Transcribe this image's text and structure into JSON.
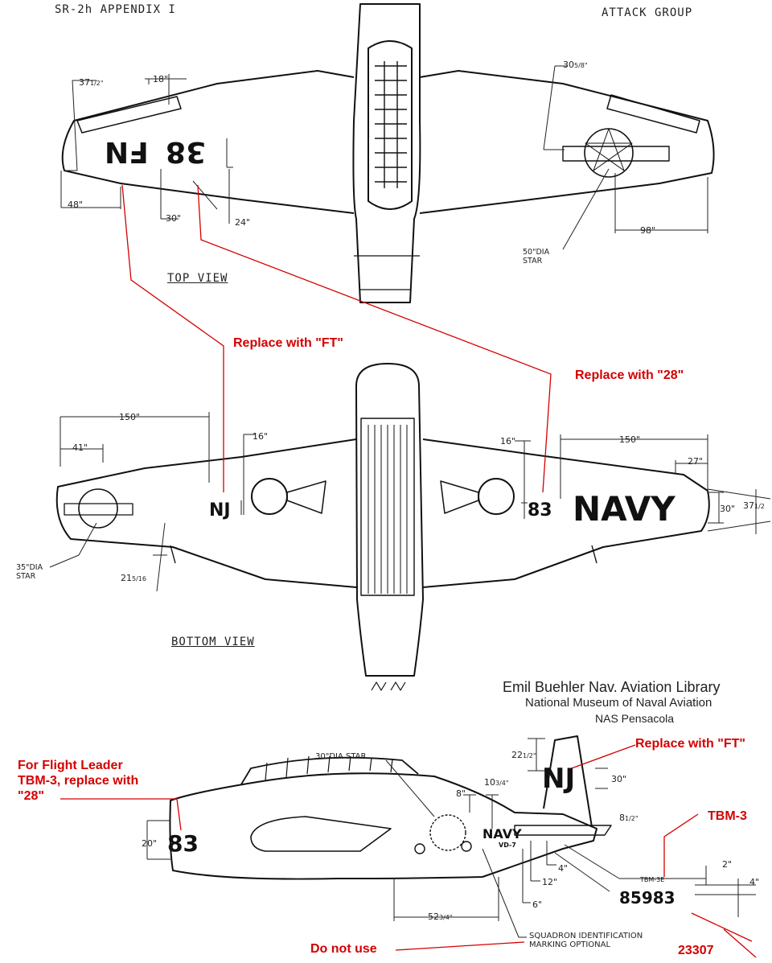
{
  "header": {
    "left": "SR-2h   APPENDIX I",
    "right": "ATTACK GROUP"
  },
  "top_view": {
    "label": "TOP VIEW",
    "markings": {
      "letters": "FN",
      "numbers": "38"
    },
    "dimensions": {
      "d1": "37",
      "d1_frac": "1/2\"",
      "d2": "18\"",
      "d3": "30",
      "d3_frac": "5/8\"",
      "d4": "48\"",
      "d5": "30\"",
      "d6": "24\"",
      "d7": "98\""
    },
    "star_callout": [
      "50\"DIA",
      "STAR"
    ]
  },
  "bottom_view": {
    "label": "BOTTOM VIEW",
    "markings": {
      "letters": "NJ",
      "numbers": "83",
      "service": "NAVY"
    },
    "dimensions": {
      "d1": "150\"",
      "d2": "41\"",
      "d3": "16\"",
      "d4": "16\"",
      "d5": "150\"",
      "d6": "27\"",
      "d7": "30\"",
      "d8": "37",
      "d8_frac": "1/2",
      "d9": "21",
      "d9_frac": "5/16"
    },
    "star_callout": [
      "35\"DIA",
      "STAR"
    ]
  },
  "side_view": {
    "markings": {
      "nose": "83",
      "tail": "NJ",
      "service": "NAVY",
      "squadron": "VD-7",
      "model": "TBM-3E",
      "serial": "85983"
    },
    "dimensions": {
      "d1": "22",
      "d1_frac": "1/2\"",
      "d2": "30\"",
      "d3": "10",
      "d3_frac": "3/4\"",
      "d4": "8\"",
      "d5": "8",
      "d5_frac": "1/2\"",
      "d6": "20\"",
      "d7": "4\"",
      "d8": "12\"",
      "d9": "6\"",
      "d10": "52",
      "d10_frac": "3/4\"",
      "d11": "2\"",
      "d12": "4\""
    },
    "star_callout": "30\"DIA STAR",
    "squadron_callout": [
      "SQUADRON IDENTIFICATION",
      "MARKING OPTIONAL"
    ]
  },
  "library": {
    "line1": "Emil Buehler Nav. Aviation Library",
    "line2": "National Museum of Naval Aviation",
    "line3": "NAS Pensacola"
  },
  "annotations": {
    "ft_top": "Replace with \"FT\"",
    "n28_top": "Replace with \"28\"",
    "ft_tail": "Replace with \"FT\"",
    "flight_leader": [
      "For Flight Leader",
      "TBM-3, replace with",
      "\"28\""
    ],
    "tbm3": "TBM-3",
    "do_not_use": "Do not use",
    "serial_new": "23307"
  },
  "colors": {
    "annotation": "#d40000",
    "ink": "#111111",
    "paper": "#ffffff"
  }
}
